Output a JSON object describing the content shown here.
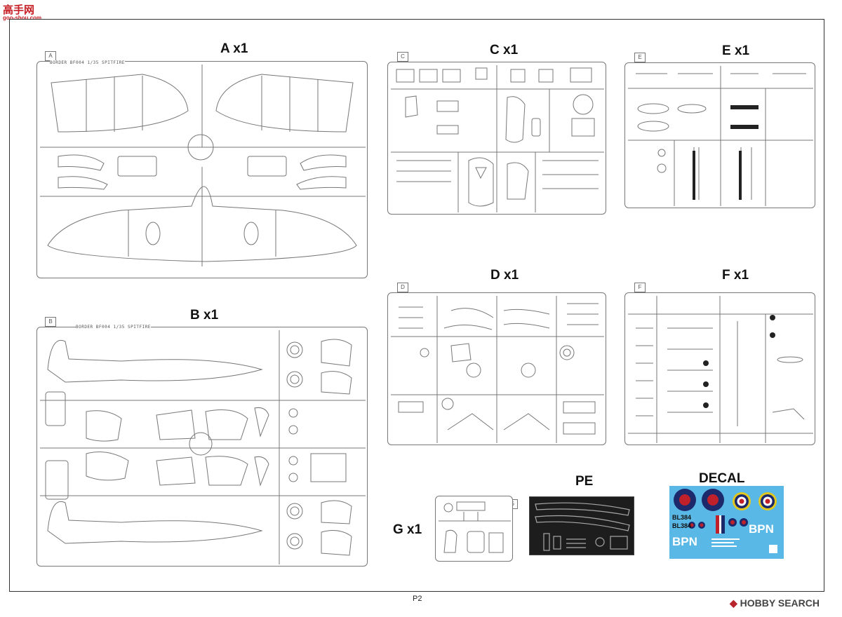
{
  "header": {
    "watermark_top": "高手网",
    "watermark_url": "goo-shou.com"
  },
  "labels": {
    "a": "A x1",
    "b": "B x1",
    "c": "C x1",
    "d": "D x1",
    "e": "E x1",
    "f": "F x1",
    "g": "G x1",
    "pe": "PE",
    "decal": "DECAL"
  },
  "sprue_letters": [
    "A",
    "B",
    "C",
    "D",
    "E",
    "F",
    "G"
  ],
  "sprue_engraving": "BORDER BF004 1/35 SPITFIRE",
  "decal_sheet": {
    "serial_1": "BL384",
    "serial_2": "BL384",
    "codes_left": "BPN",
    "codes_right": "BPN"
  },
  "footer": {
    "page": "P2",
    "brand": "HOBBY SEARCH"
  },
  "colors": {
    "decal_bg": "#5ab8e6",
    "roundel_blue": "#1c2a6b",
    "roundel_red": "#c0202a",
    "roundel_yellow": "#e2c81e",
    "pe_bg": "#1d1d1d",
    "brand_red": "#b8252c"
  }
}
